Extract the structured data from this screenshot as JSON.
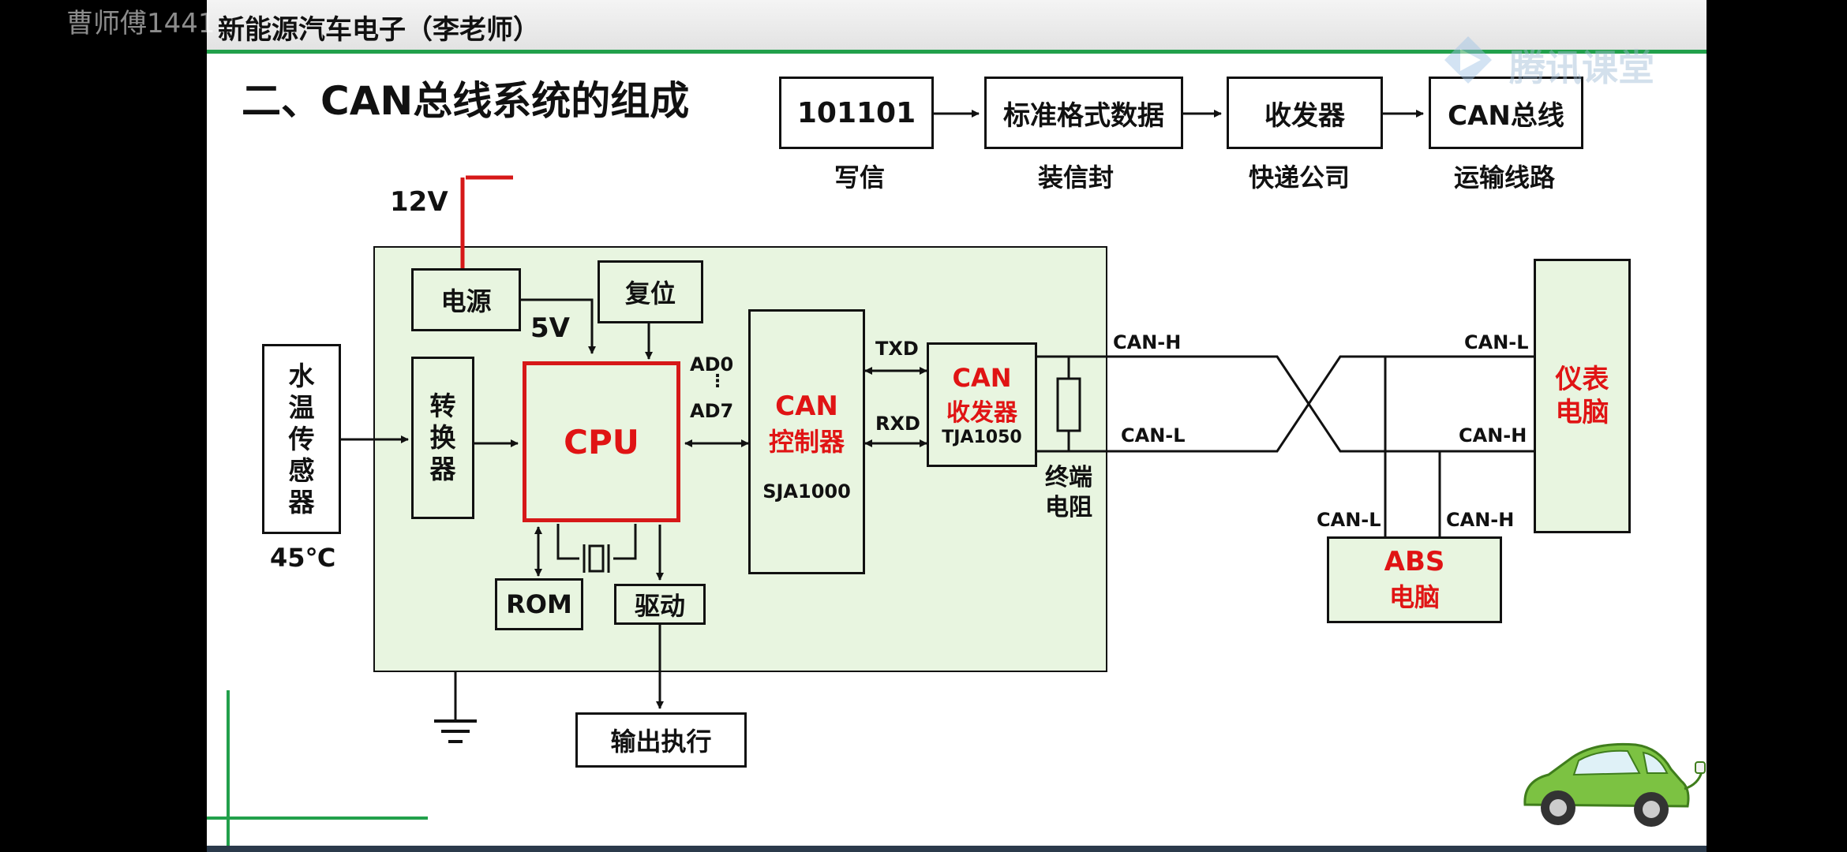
{
  "watermark": {
    "user": "曹师傅1441",
    "logo": "腾讯课堂"
  },
  "header": {
    "course": "新能源汽车电子（李老师）"
  },
  "title": "二、CAN总线系统的组成",
  "analogy": [
    {
      "box": "101101",
      "caption": "写信"
    },
    {
      "box": "标准格式数据",
      "caption": "装信封"
    },
    {
      "box": "收发器",
      "caption": "快递公司"
    },
    {
      "box": "CAN总线",
      "caption": "运输线路"
    }
  ],
  "power": {
    "voltage": "12V",
    "supply": "电源",
    "cpu_voltage": "5V"
  },
  "reset": "复位",
  "sensor": {
    "label": "水温传感器",
    "temp": "45℃"
  },
  "converter": "转换器",
  "cpu": "CPU",
  "bus_pins": {
    "top": "AD0",
    "dots": "⋮",
    "bottom": "AD7"
  },
  "rom": "ROM",
  "driver": "驱动",
  "output": "输出执行",
  "controller": {
    "line1": "CAN",
    "line2": "控制器",
    "chip": "SJA1000"
  },
  "txd": "TXD",
  "rxd": "RXD",
  "transceiver": {
    "line1": "CAN",
    "line2": "收发器",
    "chip": "TJA1050"
  },
  "terminator": "终端电阻",
  "wires": {
    "can_h_left": "CAN-H",
    "can_l_left": "CAN-L",
    "can_l_right": "CAN-L",
    "can_h_right": "CAN-H",
    "abs_can_l": "CAN-L",
    "abs_can_h": "CAN-H"
  },
  "dashboard": "仪表电脑",
  "abs": {
    "line1": "ABS",
    "line2": "电脑"
  },
  "colors": {
    "accent_green": "#22a04b",
    "board_fill": "#e8f5e0",
    "highlight_red": "#e01414"
  },
  "icons": [
    "play-logo-icon",
    "ground-symbol-icon",
    "crystal-oscillator-icon",
    "electric-car-icon"
  ]
}
